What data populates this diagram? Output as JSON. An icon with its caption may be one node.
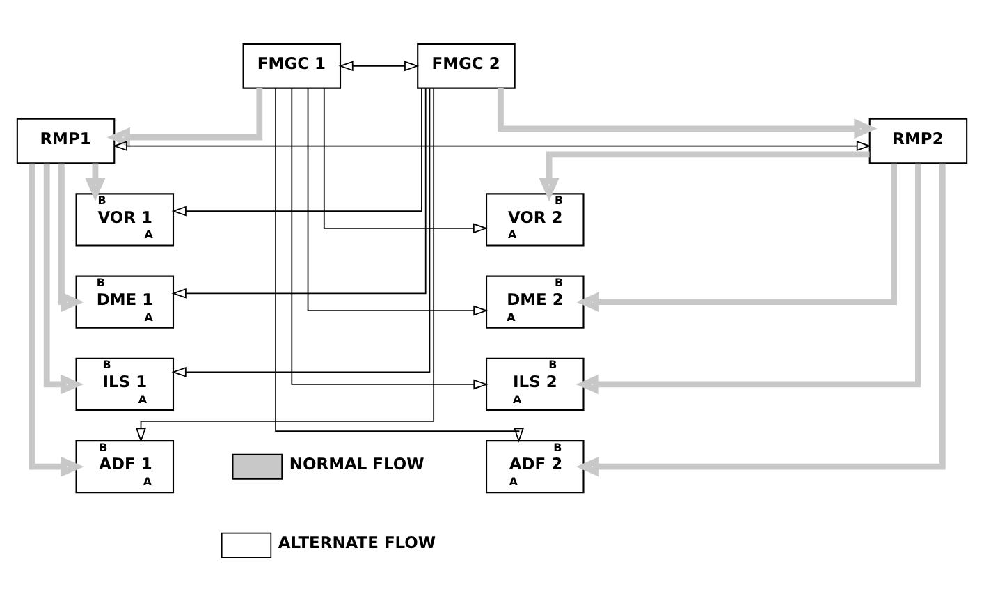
{
  "diagram": {
    "nodes": [
      {
        "text": [
          "FMGC 1"
        ]
      },
      {
        "text": [
          "FMGC 2"
        ]
      },
      {
        "text": [
          "RMP1"
        ]
      },
      {
        "text": [
          "RMP2"
        ]
      },
      {
        "text": [
          "B",
          "VOR 1",
          "A"
        ]
      },
      {
        "text": [
          "B",
          "VOR 2",
          "A"
        ]
      },
      {
        "text": [
          "B",
          "DME 1",
          "A"
        ]
      },
      {
        "text": [
          "B",
          "DME 2",
          "A"
        ]
      },
      {
        "text": [
          "B",
          "ILS 1",
          "A"
        ]
      },
      {
        "text": [
          "B",
          "ILS 2",
          "A"
        ]
      },
      {
        "text": [
          "B",
          "ADF 1",
          "A"
        ]
      },
      {
        "text": [
          "B",
          "ADF 2",
          "A"
        ]
      }
    ],
    "edges": [
      {
        "from": 0,
        "to": 1,
        "arrow": "both"
      },
      {
        "from": 0,
        "to": 2,
        "arrow": "to",
        "style": "thick",
        "color": "#c8c8c8"
      },
      {
        "from": 1,
        "to": 3,
        "arrow": "to",
        "style": "thick",
        "color": "#c8c8c8"
      },
      {
        "from": 2,
        "to": 3,
        "arrow": "both"
      },
      {
        "from": 0,
        "to": 5,
        "arrow": "to"
      },
      {
        "from": 0,
        "to": 7,
        "arrow": "to"
      },
      {
        "from": 0,
        "to": 9,
        "arrow": "to"
      },
      {
        "from": 0,
        "to": 11,
        "arrow": "to"
      },
      {
        "from": 1,
        "to": 4,
        "arrow": "to"
      },
      {
        "from": 1,
        "to": 6,
        "arrow": "to"
      },
      {
        "from": 1,
        "to": 8,
        "arrow": "to"
      },
      {
        "from": 1,
        "to": 10,
        "arrow": "to"
      },
      {
        "from": 2,
        "to": 4,
        "arrow": "to",
        "style": "thick",
        "color": "#c8c8c8"
      },
      {
        "from": 2,
        "to": 6,
        "arrow": "to",
        "style": "thick",
        "color": "#c8c8c8"
      },
      {
        "from": 2,
        "to": 8,
        "arrow": "to",
        "style": "thick",
        "color": "#c8c8c8"
      },
      {
        "from": 2,
        "to": 10,
        "arrow": "to",
        "style": "thick",
        "color": "#c8c8c8"
      },
      {
        "from": 3,
        "to": 5,
        "arrow": "to",
        "style": "thick",
        "color": "#c8c8c8"
      },
      {
        "from": 3,
        "to": 7,
        "arrow": "to",
        "style": "thick",
        "color": "#c8c8c8"
      },
      {
        "from": 3,
        "to": 9,
        "arrow": "to",
        "style": "thick",
        "color": "#c8c8c8"
      },
      {
        "from": 3,
        "to": 11,
        "arrow": "to",
        "style": "thick",
        "color": "#c8c8c8"
      }
    ],
    "legend": [
      {
        "text": "NORMAL FLOW",
        "color": "#c8c8c8"
      },
      {
        "text": "ALTERNATE FLOW",
        "color": "#ffffff"
      }
    ]
  }
}
